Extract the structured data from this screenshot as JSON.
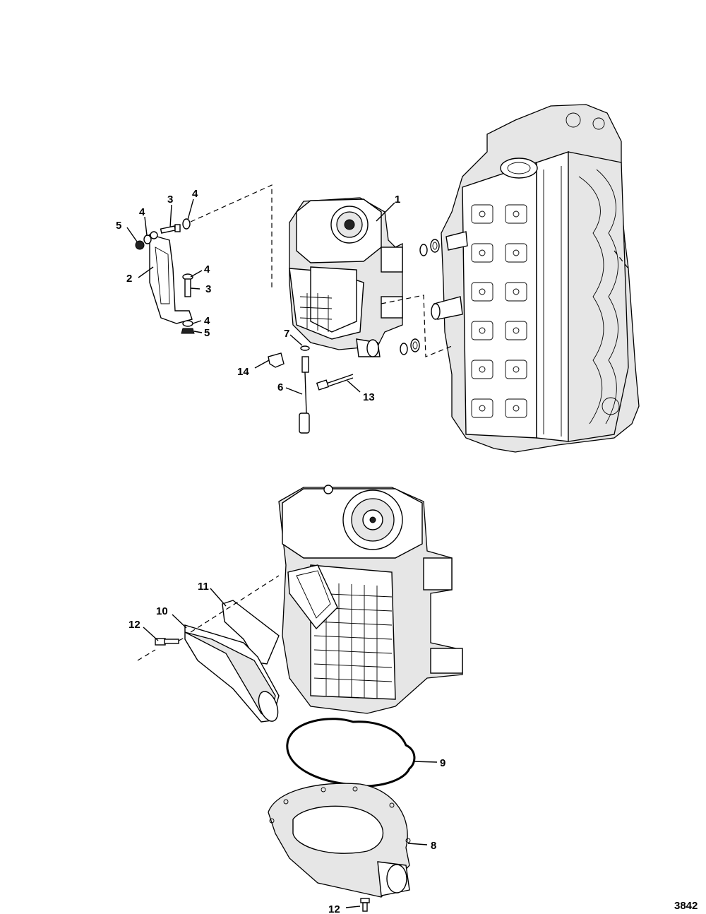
{
  "callouts": {
    "c1": "1",
    "c2": "2",
    "c3a": "3",
    "c3b": "3",
    "c4a": "4",
    "c4b": "4",
    "c4c": "4",
    "c4d": "4",
    "c5a": "5",
    "c5b": "5",
    "c6": "6",
    "c7": "7",
    "c8": "8",
    "c9": "9",
    "c10": "10",
    "c11": "11",
    "c12a": "12",
    "c12b": "12",
    "c13": "13",
    "c14": "14"
  },
  "figure_number": "3842"
}
